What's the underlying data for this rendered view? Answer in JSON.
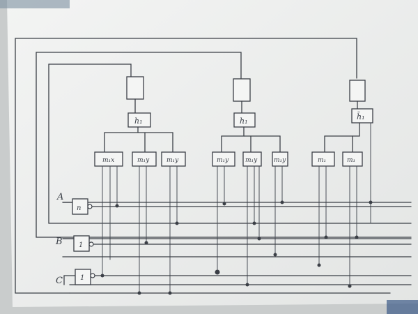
{
  "inputs": [
    {
      "label": "A",
      "gate_symbol": "n"
    },
    {
      "label": "B",
      "gate_symbol": "1"
    },
    {
      "label": "C",
      "gate_symbol": "1"
    }
  ],
  "decoders": [
    {
      "label": "h₁"
    },
    {
      "label": "h₁"
    },
    {
      "label": "h̄₁"
    }
  ],
  "sub_blocks": [
    {
      "label": "m₁x"
    },
    {
      "label": "m₁y"
    },
    {
      "label": "m₁y"
    },
    {
      "label": "m₁y"
    },
    {
      "label": "m₁y"
    },
    {
      "label": "m₁y"
    },
    {
      "label": "m₁"
    },
    {
      "label": "m₁"
    }
  ],
  "colors": {
    "paper": "#f1f2f1",
    "background": "#cfd2d2",
    "pencil": "#3b3f46"
  }
}
